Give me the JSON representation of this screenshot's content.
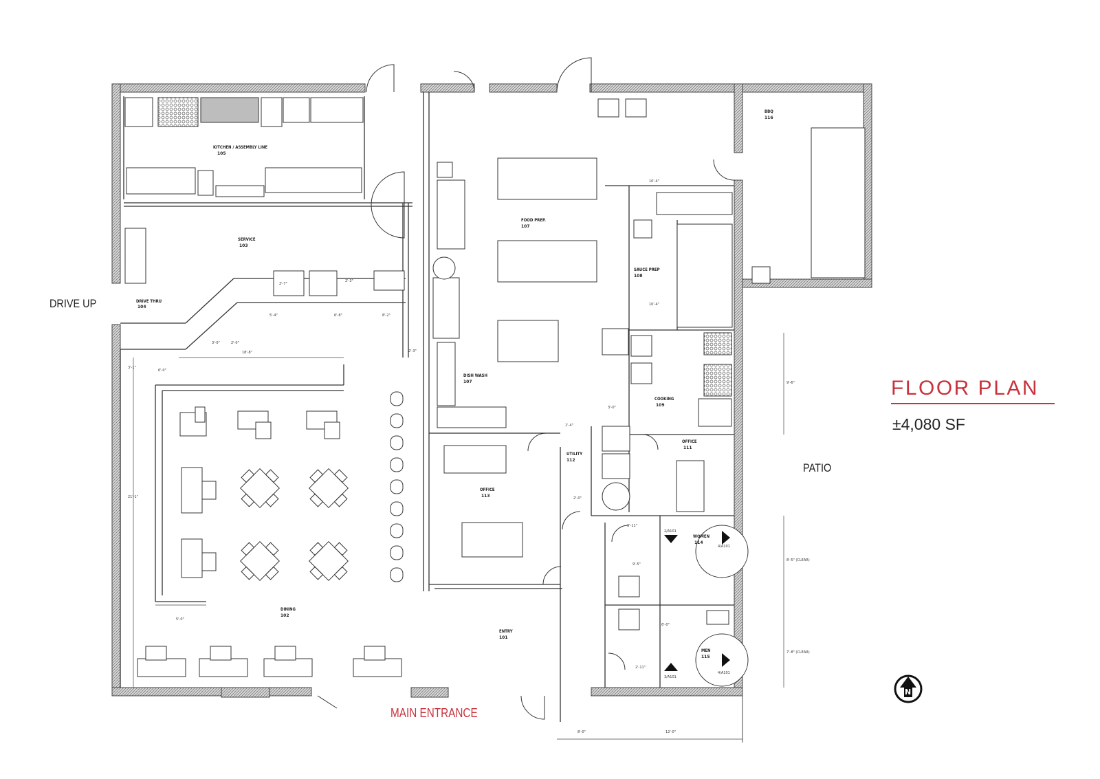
{
  "title": "FLOOR PLAN",
  "area": "±4,080 SF",
  "exterior_labels": {
    "drive_up": "DRIVE UP",
    "patio": "PATIO",
    "main_entrance": "MAIN ENTRANCE"
  },
  "rooms": {
    "kitchen": {
      "name": "KITCHEN / ASSEMBLY LINE",
      "number": "105"
    },
    "service": {
      "name": "SERVICE",
      "number": "103"
    },
    "drive_thru": {
      "name": "DRIVE THRU",
      "number": "104"
    },
    "food_prep": {
      "name": "FOOD PREP.",
      "number": "107"
    },
    "sauce_prep": {
      "name": "SAUCE PREP",
      "number": "108"
    },
    "bbq": {
      "name": "BBQ",
      "number": "116"
    },
    "dish_wash": {
      "name": "DISH WASH",
      "number": "107"
    },
    "cooking": {
      "name": "COOKING",
      "number": "109"
    },
    "office_mid": {
      "name": "OFFICE",
      "number": "113"
    },
    "utility": {
      "name": "UTILITY",
      "number": "112"
    },
    "office_right": {
      "name": "OFFICE",
      "number": "111"
    },
    "women": {
      "name": "WOMEN",
      "number": "114"
    },
    "men": {
      "name": "MEN",
      "number": "115"
    },
    "dining": {
      "name": "DINING",
      "number": "102"
    },
    "entry": {
      "name": "ENTRY",
      "number": "101"
    }
  },
  "dimensions": {
    "d1": "10'-4\"",
    "d2": "10'-4\"",
    "d3": "5'-4\"",
    "d4": "6'-8\"",
    "d5": "8'-2\"",
    "d6": "2'-3\"",
    "d7": "2'-7\"",
    "d8": "18'-8\"",
    "d9": "6'-0\"",
    "d10": "3'-1\"",
    "d11": "21'-1\"",
    "d12": "5'-0\"",
    "d13": "2'-3\"",
    "d14": "3'-0\"",
    "d15": "1'-4\"",
    "d16": "2'-0\"",
    "d17": "3'-11\"",
    "d18": "2'-11\"",
    "d19": "9'-6\"",
    "d20": "8'-5\" (CLEAR)",
    "d21": "7'-8\" (CLEAR)",
    "d22": "8'-0\"",
    "d23": "12'-0\"",
    "d24": "3'-0\"",
    "d25": "2'-0\"",
    "d26": "9'-5\"",
    "d27": "6'-0\""
  },
  "tags": {
    "t1": "2/A101",
    "t2": "3/A101",
    "t3": "4/A101",
    "t4": "4/A101"
  },
  "compass": {
    "letter": "N"
  },
  "colors": {
    "accent": "#c8323c",
    "line": "#333333",
    "wall_fill": "#cfcfcf"
  }
}
